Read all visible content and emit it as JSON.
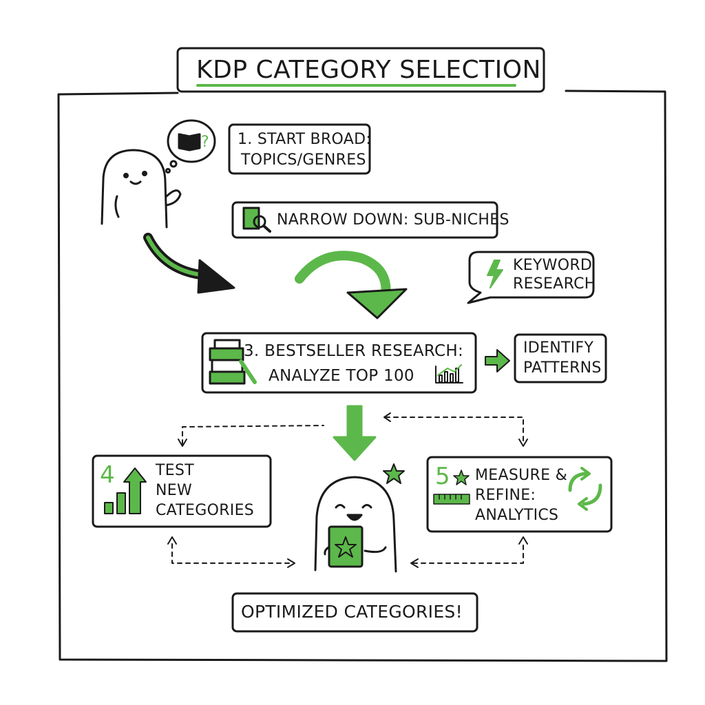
{
  "title": "KDP CATEGORY SELECTION",
  "steps": {
    "step1": {
      "line1": "1. START BROAD:",
      "line2": "TOPICS/GENRES"
    },
    "step2": {
      "label": "NARROW DOWN: SUB-NICHES"
    },
    "keyword": {
      "line1": "KEYWORD",
      "line2": "RESEARCH"
    },
    "step3": {
      "line1": "3. BESTSELLER RESEARCH:",
      "line2": "ANALYZE TOP 100"
    },
    "identify": {
      "line1": "IDENTIFY",
      "line2": "PATTERNS"
    },
    "step4": {
      "number": "4",
      "line1": "TEST",
      "line2": "NEW",
      "line3": "CATEGORIES"
    },
    "step5": {
      "number": "5",
      "line1": "MEASURE &",
      "line2": "REFINE:",
      "line3": "ANALYTICS"
    },
    "result": {
      "label": "OPTIMIZED CATEGORIES!"
    }
  },
  "colors": {
    "accent": "#5cb84a",
    "ink": "#1a1a1a"
  }
}
